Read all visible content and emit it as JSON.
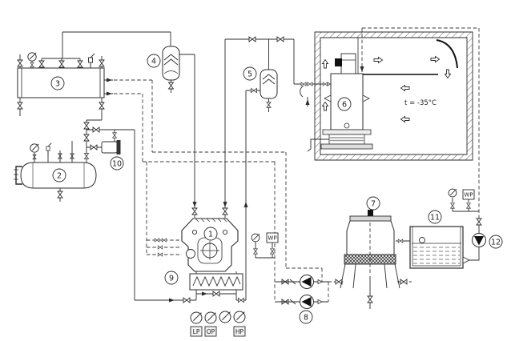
{
  "diagram": {
    "colors": {
      "line": "#2b2b2b",
      "background": "#ffffff",
      "dashed": "#3a3a3a"
    },
    "room": {
      "temperature_label": "t = -35°C"
    },
    "component_labels": {
      "c1": "1",
      "c2": "2",
      "c3": "3",
      "c4": "4",
      "c5": "5",
      "c6": "6",
      "c7": "7",
      "c8": "8",
      "c9": "9",
      "c10": "10",
      "c11": "11",
      "c12": "12"
    },
    "gauge_labels": {
      "lp": "LP",
      "op": "OP",
      "hp": "HP"
    },
    "wp_labels": {
      "compressor_wp": "WP",
      "pump_wp": "WP"
    }
  }
}
